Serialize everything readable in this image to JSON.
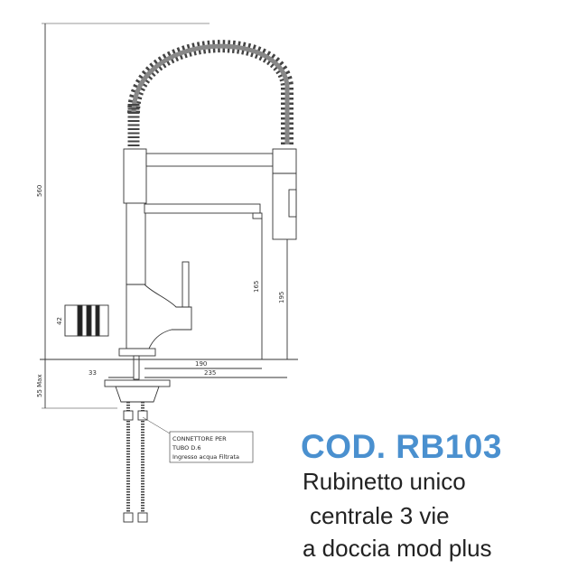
{
  "product": {
    "code": "COD. RB103",
    "description_lines": [
      "Rubinetto unico",
      "centrale 3 vie",
      "a doccia mod plus"
    ]
  },
  "dimensions": {
    "height_total": "560",
    "handle_height": "165",
    "spout_height": "195",
    "body_width": "42",
    "reach_inner": "190",
    "reach_outer": "235",
    "base_offset": "33",
    "max_thickness": "55 Max"
  },
  "connector_note": {
    "lines": [
      "CONNETTORE PER",
      "TUBO D.6",
      "Ingresso acqua Filtrata"
    ]
  },
  "colors": {
    "accent": "#4a90cf",
    "line": "#333333"
  }
}
